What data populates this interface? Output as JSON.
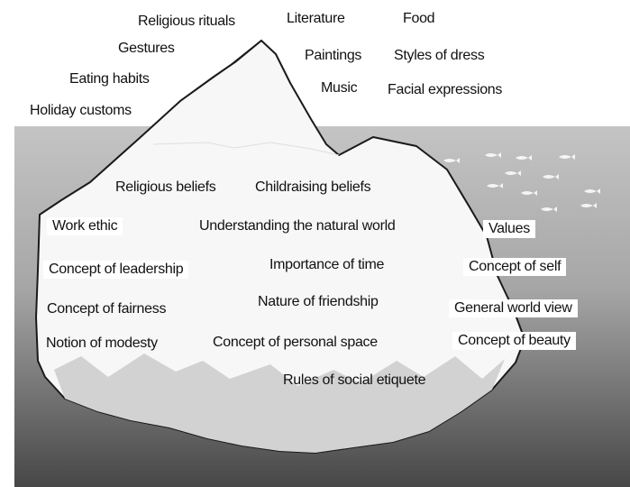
{
  "above_water": [
    "Religious rituals",
    "Literature",
    "Food",
    "Gestures",
    "Paintings",
    "Styles of dress",
    "Eating habits",
    "Music",
    "Facial expressions",
    "Holiday customs"
  ],
  "below_water": [
    "Religious beliefs",
    "Childraising beliefs",
    "Work ethic",
    "Understanding the natural world",
    "Values",
    "Concept of leadership",
    "Importance of time",
    "Concept of self",
    "Concept of fairness",
    "Nature of friendship",
    "General world view",
    "Notion of modesty",
    "Concept of personal space",
    "Concept of beauty",
    "Rules of social etiquete"
  ],
  "colors": {
    "water_top": "#c2c2c2",
    "water_bottom": "#4a4a4a",
    "ice": "#f7f7f7",
    "ice_shadow": "#cfcfcf",
    "fish": "#ffffff"
  }
}
